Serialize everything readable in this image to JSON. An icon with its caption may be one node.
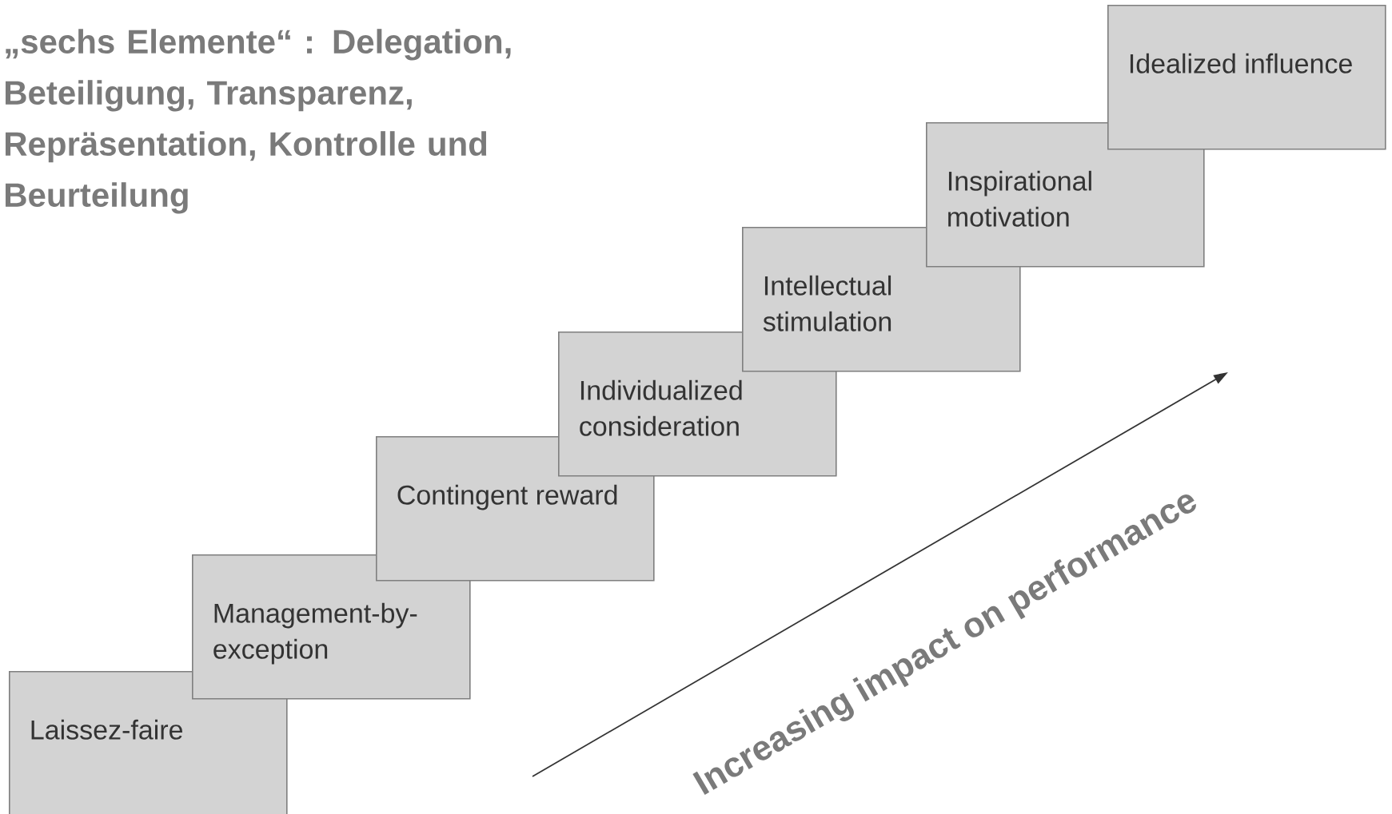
{
  "diagram": {
    "nodes": [
      {
        "text": [
          "Laissez-faire"
        ]
      },
      {
        "text": [
          "Management-by-exception"
        ]
      },
      {
        "text": [
          "Contingent reward"
        ]
      },
      {
        "text": [
          "Individualized consideration"
        ]
      },
      {
        "text": [
          "Intellectual stimulation"
        ]
      },
      {
        "text": [
          "Inspirational motivation"
        ]
      },
      {
        "text": [
          "Idealized influence"
        ]
      }
    ],
    "edges": [],
    "labels": [
      "„sechs Elemente“ : Delegation, Beteiligung, Transparenz, Repräsentation, Kontrolle und Beurteilung",
      "Increasing impact on performance"
    ]
  }
}
